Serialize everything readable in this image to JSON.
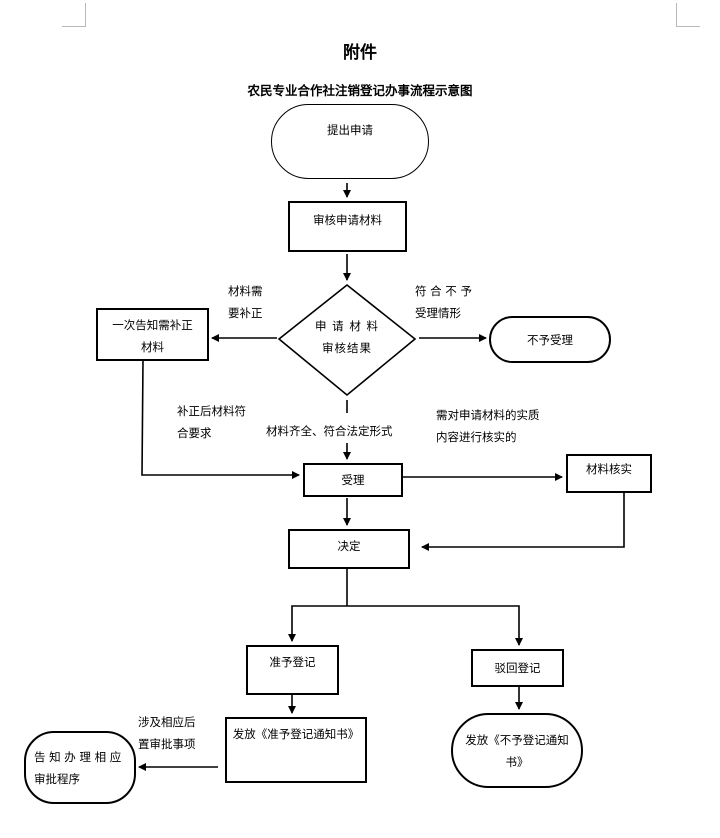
{
  "document": {
    "heading": "附件",
    "subtitle": "农民专业合作社注销登记办事流程示意图"
  },
  "nodes": {
    "submit": {
      "text": "提出申请",
      "shape": "terminal"
    },
    "review": {
      "text": "审核申请材料",
      "shape": "process"
    },
    "decision": {
      "line1": "申 请 材 料",
      "line2": "审核结果",
      "shape": "decision"
    },
    "notify_fix": {
      "line1": "一次告知需补正",
      "line2": "材料",
      "shape": "process"
    },
    "reject_accept": {
      "text": "不予受理",
      "shape": "terminal"
    },
    "accept": {
      "text": "受理",
      "shape": "process"
    },
    "verify": {
      "text": "材料核实",
      "shape": "process"
    },
    "decide": {
      "text": "决定",
      "shape": "process"
    },
    "approve": {
      "text": "准予登记",
      "shape": "process"
    },
    "deny": {
      "text": "驳回登记",
      "shape": "process"
    },
    "issue_approve": {
      "text": "发放《准予登记通知书》",
      "shape": "process"
    },
    "issue_deny": {
      "line1": "发放《不予登记通知",
      "line2": "书》",
      "shape": "terminal"
    },
    "notify_followup": {
      "line1": "告 知 办 理 相 应",
      "line2": "审批程序",
      "shape": "terminal"
    }
  },
  "edge_labels": {
    "need_fix": {
      "line1": "材料需",
      "line2": "要补正"
    },
    "not_accept": {
      "line1": "符 合 不 予",
      "line2": "受理情形"
    },
    "fixed_ok": {
      "line1": "补正后材料符",
      "line2": "合要求"
    },
    "complete": {
      "text": "材料齐全、符合法定形式"
    },
    "need_verify": {
      "line1": "需对申请材料的实质",
      "line2": "内容进行核实的"
    },
    "followup": {
      "line1": "涉及相应后",
      "line2": "置审批事项"
    }
  }
}
